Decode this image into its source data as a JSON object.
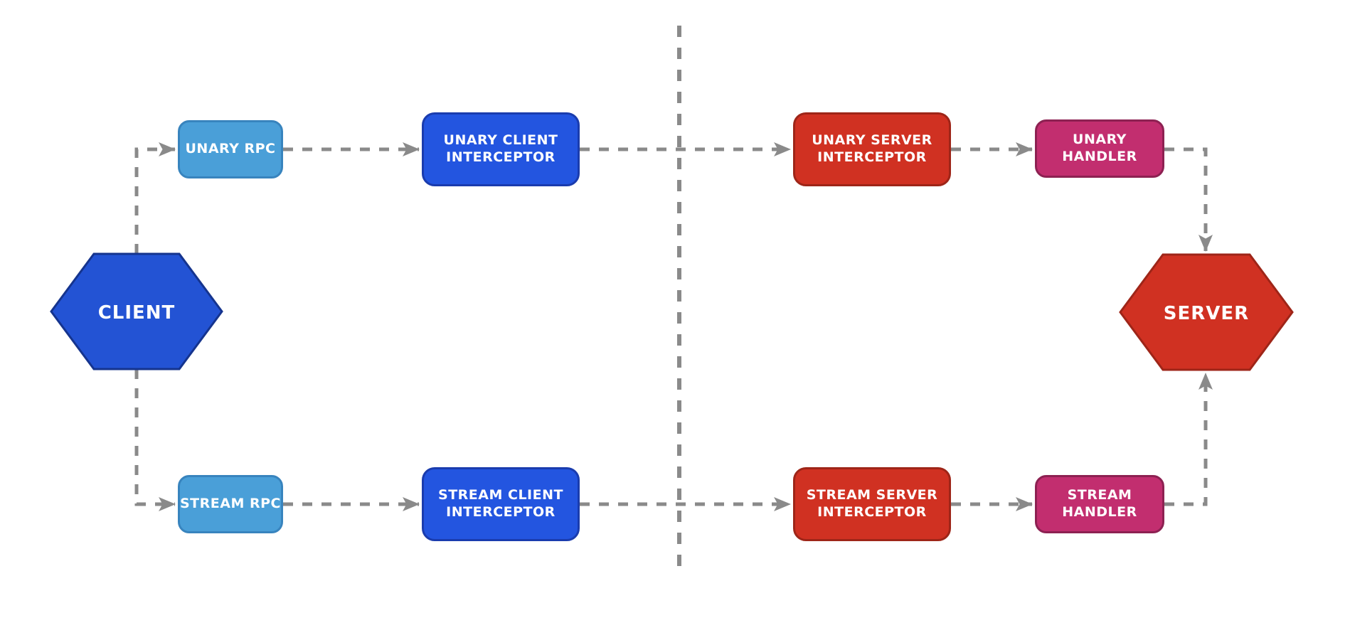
{
  "nodes": {
    "client": {
      "label": "CLIENT",
      "shape": "hexagon"
    },
    "server": {
      "label": "SERVER",
      "shape": "hexagon"
    },
    "unary_rpc": {
      "label": "UNARY RPC"
    },
    "stream_rpc": {
      "label": "STREAM RPC"
    },
    "unary_client_interceptor": {
      "label": "UNARY CLIENT INTERCEPTOR"
    },
    "stream_client_interceptor": {
      "label": "STREAM CLIENT INTERCEPTOR"
    },
    "unary_server_interceptor": {
      "label": "UNARY SERVER INTERCEPTOR"
    },
    "stream_server_interceptor": {
      "label": "STREAM SERVER INTERCEPTOR"
    },
    "unary_handler": {
      "label": "UNARY HANDLER"
    },
    "stream_handler": {
      "label": "STREAM HANDLER"
    }
  },
  "colors": {
    "rpc_fill": "#4a9fd8",
    "rpc_border": "#3884be",
    "client_interceptor_fill": "#2355e0",
    "client_interceptor_border": "#1a3cae",
    "server_interceptor_fill": "#d03122",
    "server_interceptor_border": "#9e2518",
    "handler_fill": "#c22e6f",
    "handler_border": "#8d2152",
    "client_hexagon_fill": "#2353d4",
    "client_hexagon_border": "#15348e",
    "server_hexagon_fill": "#d03122",
    "server_hexagon_border": "#9e2518",
    "connector": "#8a8a8a",
    "label_text": "#ffffff"
  }
}
